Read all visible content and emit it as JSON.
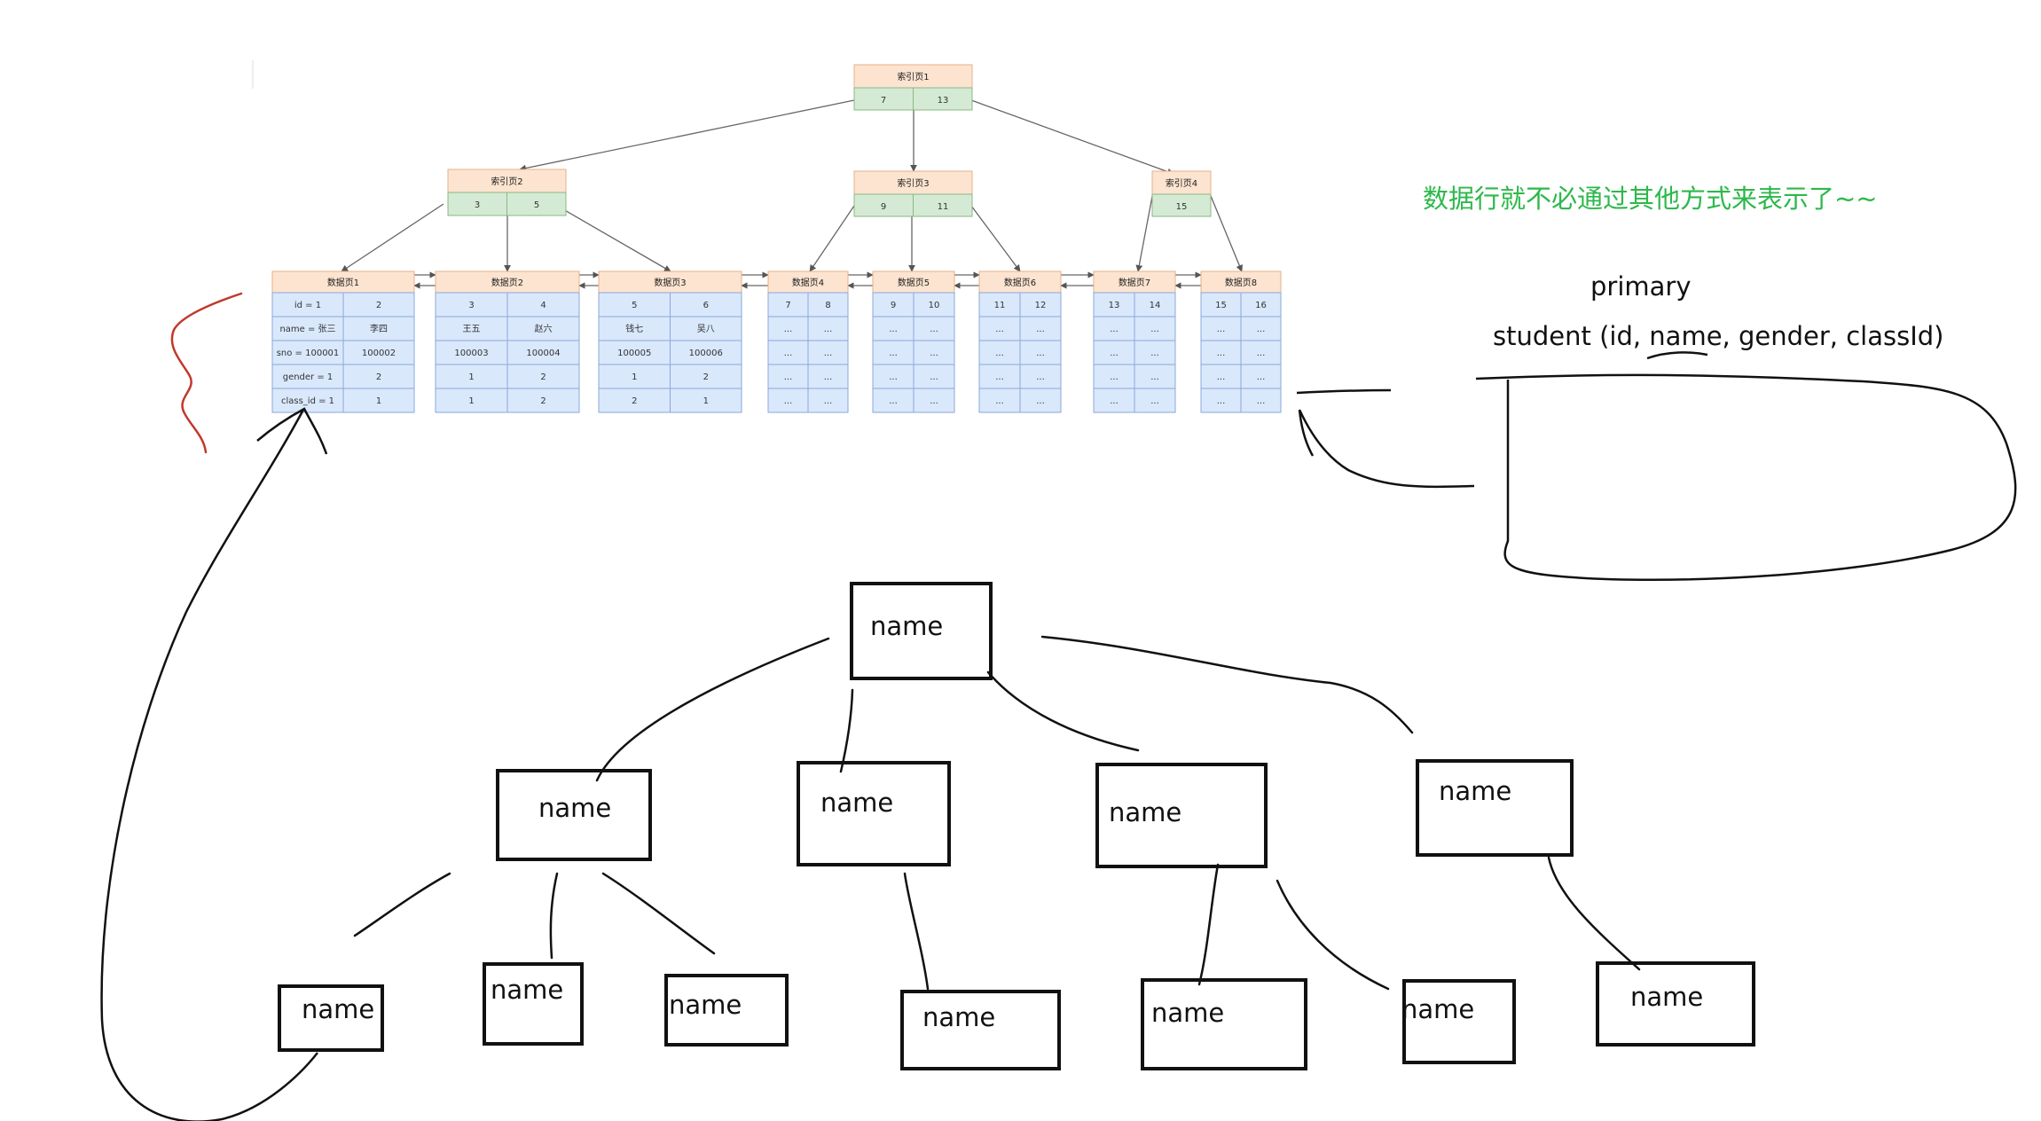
{
  "index_pages": [
    {
      "title": "索引页1",
      "keys": [
        "7",
        "13"
      ]
    },
    {
      "title": "索引页2",
      "keys": [
        "3",
        "5"
      ]
    },
    {
      "title": "索引页3",
      "keys": [
        "9",
        "11"
      ]
    },
    {
      "title": "索引页4",
      "keys": [
        "15"
      ]
    }
  ],
  "data_pages": [
    {
      "title": "数据页1",
      "rows": [
        [
          "id = 1",
          "2"
        ],
        [
          "name = 张三",
          "李四"
        ],
        [
          "sno = 100001",
          "100002"
        ],
        [
          "gender = 1",
          "2"
        ],
        [
          "class_id = 1",
          "1"
        ]
      ]
    },
    {
      "title": "数据页2",
      "rows": [
        [
          "3",
          "4"
        ],
        [
          "王五",
          "赵六"
        ],
        [
          "100003",
          "100004"
        ],
        [
          "1",
          "2"
        ],
        [
          "1",
          "2"
        ]
      ]
    },
    {
      "title": "数据页3",
      "rows": [
        [
          "5",
          "6"
        ],
        [
          "钱七",
          "吴八"
        ],
        [
          "100005",
          "100006"
        ],
        [
          "1",
          "2"
        ],
        [
          "2",
          "1"
        ]
      ]
    },
    {
      "title": "数据页4",
      "rows": [
        [
          "7",
          "8"
        ],
        [
          "...",
          "..."
        ],
        [
          "...",
          "..."
        ],
        [
          "...",
          "..."
        ],
        [
          "...",
          "..."
        ]
      ]
    },
    {
      "title": "数据页5",
      "rows": [
        [
          "9",
          "10"
        ],
        [
          "...",
          "..."
        ],
        [
          "...",
          "..."
        ],
        [
          "...",
          "..."
        ],
        [
          "...",
          "..."
        ]
      ]
    },
    {
      "title": "数据页6",
      "rows": [
        [
          "11",
          "12"
        ],
        [
          "...",
          "..."
        ],
        [
          "...",
          "..."
        ],
        [
          "...",
          "..."
        ],
        [
          "...",
          "..."
        ]
      ]
    },
    {
      "title": "数据页7",
      "rows": [
        [
          "13",
          "14"
        ],
        [
          "...",
          "..."
        ],
        [
          "...",
          "..."
        ],
        [
          "...",
          "..."
        ],
        [
          "...",
          "..."
        ]
      ]
    },
    {
      "title": "数据页8",
      "rows": [
        [
          "15",
          "16"
        ],
        [
          "...",
          "..."
        ],
        [
          "...",
          "..."
        ],
        [
          "...",
          "..."
        ],
        [
          "...",
          "..."
        ]
      ]
    }
  ],
  "annotations": {
    "green_note": "数据行就不必通过其他方式来表示了~~",
    "primary_label": "primary",
    "schema_text": "student (id, name, gender, classId)"
  },
  "handwritten_tree": {
    "root": "name",
    "level1": [
      "name",
      "name",
      "name",
      "name"
    ],
    "level2": [
      "name",
      "name",
      "name",
      "name",
      "name",
      "name",
      "name"
    ]
  },
  "colors": {
    "index_header": "#fde4d0",
    "index_keys": "#d5ead4",
    "data_header": "#fde4d0",
    "data_cells": "#dae8fc",
    "green_note": "#2db84b",
    "red_brace": "#c0392b",
    "ink": "#000000"
  }
}
